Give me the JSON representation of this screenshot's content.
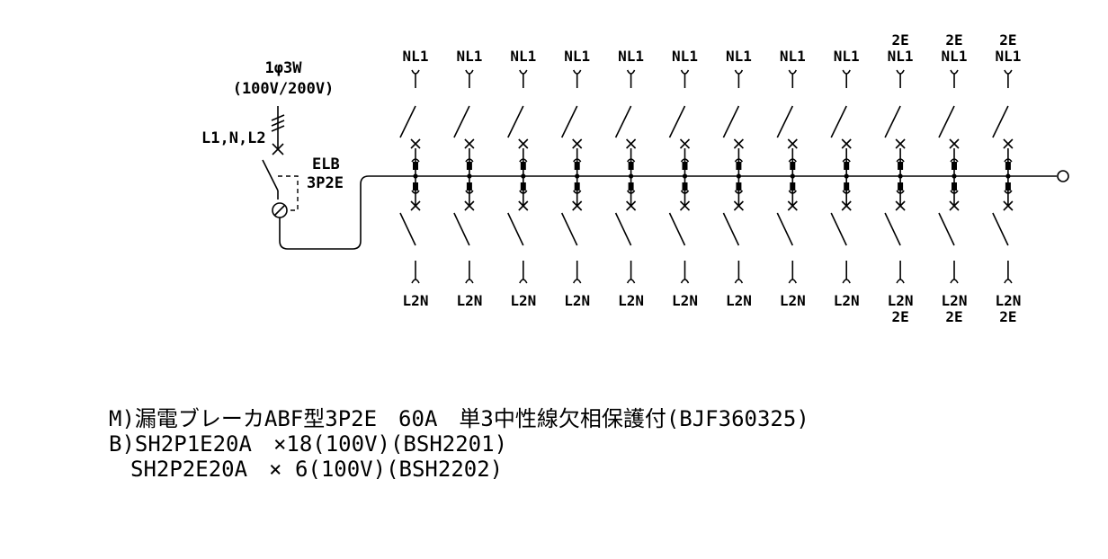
{
  "supply": {
    "phase_label": "1φ3W",
    "voltage_label": "(100V/200V)",
    "terminal_label": "L1,N,L2"
  },
  "main_breaker": {
    "label_line1": "ELB",
    "label_line2": "3P2E"
  },
  "branch_circuits": [
    {
      "top_label": [
        "NL1"
      ],
      "bottom_label": [
        "L2N"
      ]
    },
    {
      "top_label": [
        "NL1"
      ],
      "bottom_label": [
        "L2N"
      ]
    },
    {
      "top_label": [
        "NL1"
      ],
      "bottom_label": [
        "L2N"
      ]
    },
    {
      "top_label": [
        "NL1"
      ],
      "bottom_label": [
        "L2N"
      ]
    },
    {
      "top_label": [
        "NL1"
      ],
      "bottom_label": [
        "L2N"
      ]
    },
    {
      "top_label": [
        "NL1"
      ],
      "bottom_label": [
        "L2N"
      ]
    },
    {
      "top_label": [
        "NL1"
      ],
      "bottom_label": [
        "L2N"
      ]
    },
    {
      "top_label": [
        "NL1"
      ],
      "bottom_label": [
        "L2N"
      ]
    },
    {
      "top_label": [
        "NL1"
      ],
      "bottom_label": [
        "L2N"
      ]
    },
    {
      "top_label": [
        "2E",
        "NL1"
      ],
      "bottom_label": [
        "L2N",
        "2E"
      ]
    },
    {
      "top_label": [
        "2E",
        "NL1"
      ],
      "bottom_label": [
        "L2N",
        "2E"
      ]
    },
    {
      "top_label": [
        "2E",
        "NL1"
      ],
      "bottom_label": [
        "L2N",
        "2E"
      ]
    }
  ],
  "notes": [
    "M)漏電ブレーカABF型3P2E　60A　単3中性線欠相保護付(BJF360325)",
    "B)SH2P1E20A　×18(100V)(BSH2201)",
    "　SH2P2E20A　× 6(100V)(BSH2202)"
  ]
}
